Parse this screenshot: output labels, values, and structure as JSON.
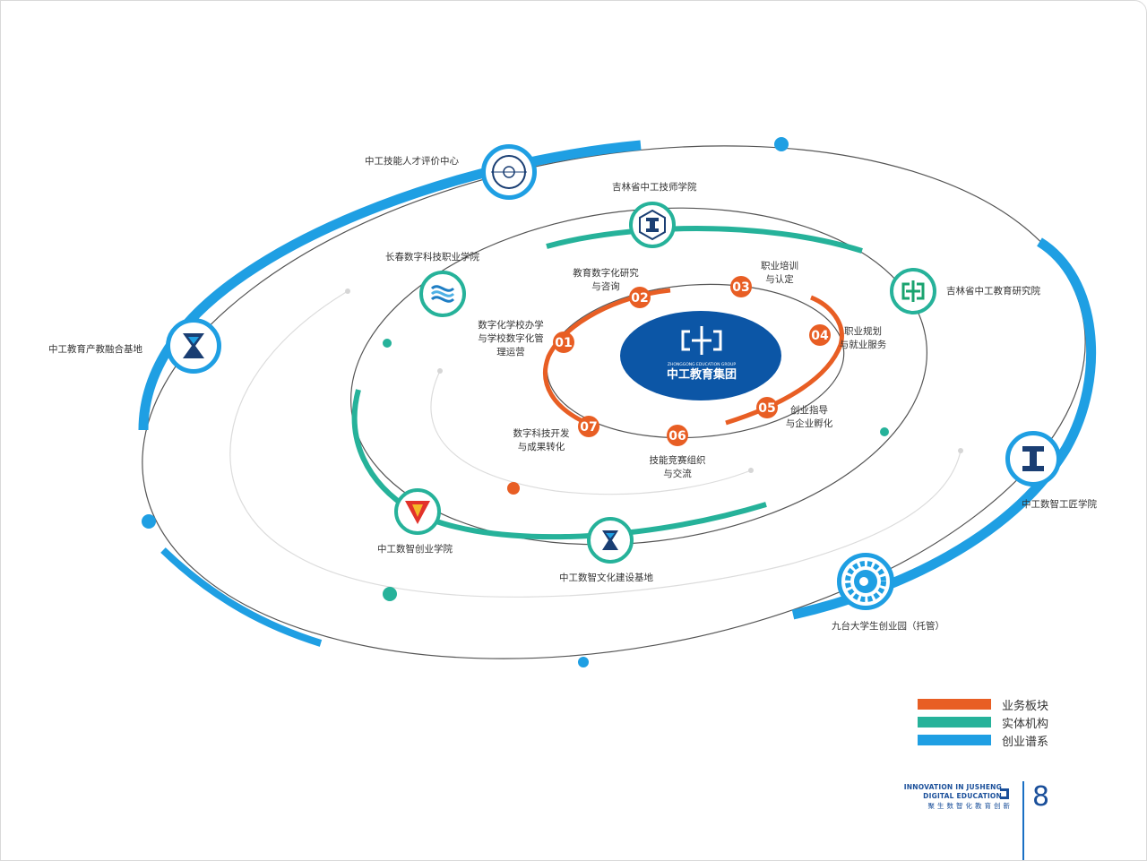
{
  "center": {
    "name": "中工教育集团",
    "en": "ZHONGGONG EDUCATION GROUP"
  },
  "colors": {
    "business": "#e85e24",
    "entity": "#26b29a",
    "career": "#1f9fe3",
    "center_fill": "#0c56a6",
    "orbit_line": "#555555",
    "faint_line": "#dcdcdc"
  },
  "business_blocks": [
    {
      "num": "01",
      "label": "数字化学校办学\n与学校数字化管\n理运营"
    },
    {
      "num": "02",
      "label": "教育数字化研究\n与咨询"
    },
    {
      "num": "03",
      "label": "职业培训\n与认定"
    },
    {
      "num": "04",
      "label": "职业规划\n与就业服务"
    },
    {
      "num": "05",
      "label": "创业指导\n与企业孵化"
    },
    {
      "num": "06",
      "label": "技能竞赛组织\n与交流"
    },
    {
      "num": "07",
      "label": "数字科技开发\n与成果转化"
    }
  ],
  "entities": [
    {
      "label": "吉林省中工技师学院",
      "icon": "institute-hex-icon"
    },
    {
      "label": "吉林省中工教育研究院",
      "icon": "research-logo-icon"
    },
    {
      "label": "长春数字科技职业学院",
      "icon": "wave-logo-icon"
    },
    {
      "label": "中工数智创业学院",
      "icon": "triangle-logo-icon"
    },
    {
      "label": "中工数智文化建设基地",
      "icon": "hourglass-logo-icon"
    }
  ],
  "career_system": [
    {
      "label": "中工技能人才评价中心",
      "icon": "target-icon"
    },
    {
      "label": "中工教育产教融合基地",
      "icon": "hourglass-icon"
    },
    {
      "label": "中工数智工匠学院",
      "icon": "i-beam-icon"
    },
    {
      "label": "九台大学生创业园（托管）",
      "icon": "gear-icon"
    }
  ],
  "legend": [
    {
      "label": "业务板块",
      "color": "#e85e24"
    },
    {
      "label": "实体机构",
      "color": "#26b29a"
    },
    {
      "label": "创业谱系",
      "color": "#1f9fe3"
    }
  ],
  "footer": {
    "line1": "INNOVATION IN JUSHENG",
    "line2": "DIGITAL EDUCATION",
    "line3": "聚生数智化教育创新",
    "page": "8"
  }
}
